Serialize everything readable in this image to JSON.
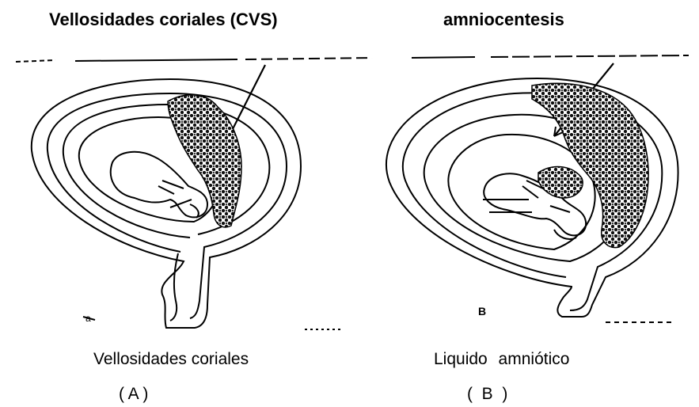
{
  "panel_a": {
    "title": "Vellosidades coriales (CVS)",
    "caption": "Vellosidades coriales",
    "label": "( A )"
  },
  "panel_b": {
    "title": "amniocentesis",
    "caption": "Liquido   amniótico",
    "label": "(  B  )"
  },
  "colors": {
    "line": "#000000",
    "placenta_fill": "#222222",
    "background": "#ffffff"
  }
}
